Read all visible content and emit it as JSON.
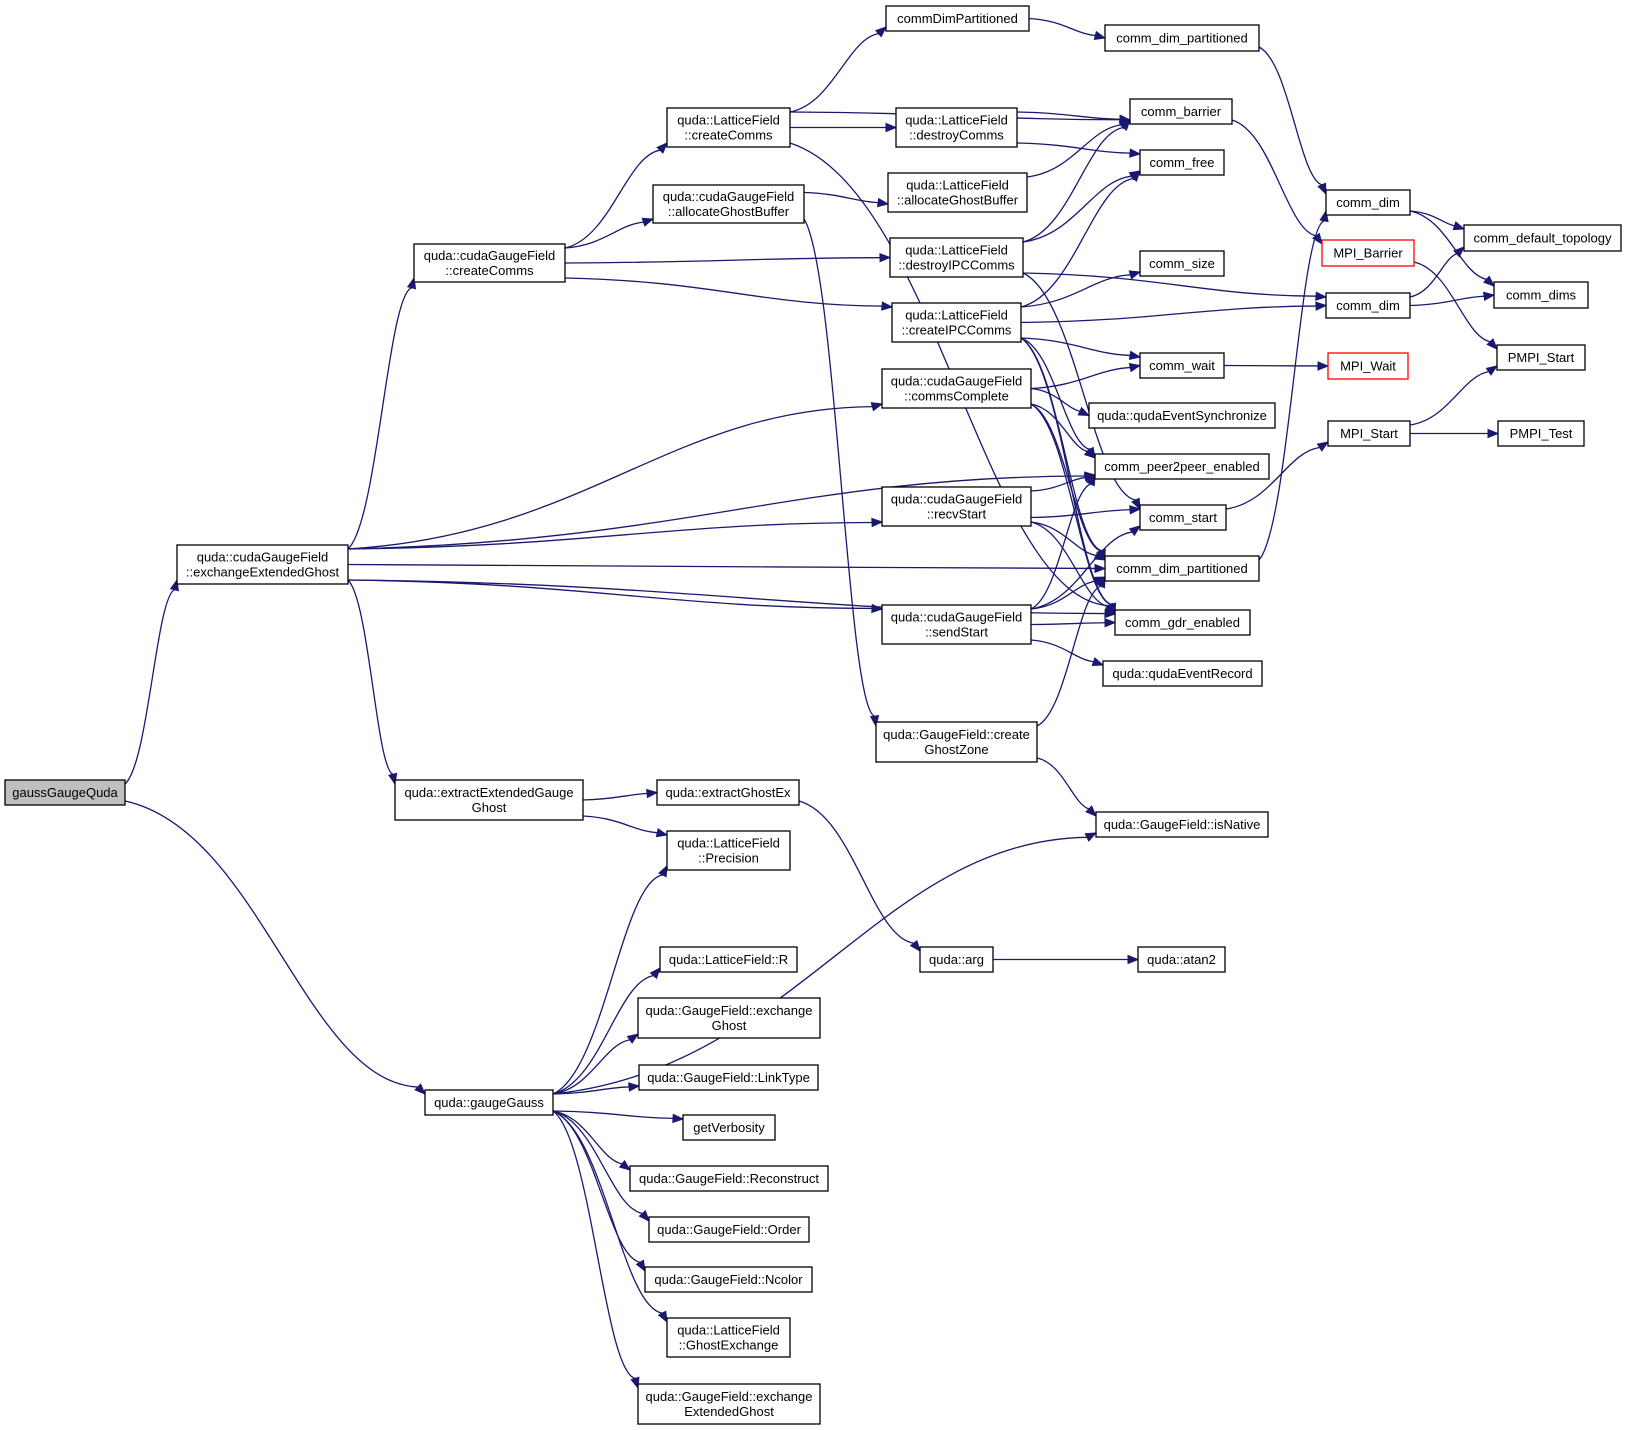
{
  "colors": {
    "edge": "#191970",
    "node_border": "#000000",
    "root_fill": "#bfbfbf",
    "truncated_border": "#ff0000"
  },
  "nodes": {
    "gaussGaugeQuda": {
      "lines": [
        "gaussGaugeQuda"
      ],
      "root": true
    },
    "exchangeExtendedGhost": {
      "lines": [
        "quda::cudaGaugeField",
        "::exchangeExtendedGhost"
      ]
    },
    "gaugeGauss": {
      "lines": [
        "quda::gaugeGauss"
      ]
    },
    "cgf_createComms": {
      "lines": [
        "quda::cudaGaugeField",
        "::createComms"
      ]
    },
    "extractExtendedGaugeGhost": {
      "lines": [
        "quda::extractExtendedGauge",
        "Ghost"
      ]
    },
    "lf_createComms": {
      "lines": [
        "quda::LatticeField",
        "::createComms"
      ]
    },
    "cgf_allocateGhostBuffer": {
      "lines": [
        "quda::cudaGaugeField",
        "::allocateGhostBuffer"
      ]
    },
    "extractGhostEx": {
      "lines": [
        "quda::extractGhostEx"
      ]
    },
    "lf_Precision": {
      "lines": [
        "quda::LatticeField",
        "::Precision"
      ]
    },
    "lf_R": {
      "lines": [
        "quda::LatticeField::R"
      ]
    },
    "gf_exchangeGhost": {
      "lines": [
        "quda::GaugeField::exchange",
        "Ghost"
      ]
    },
    "gf_LinkType": {
      "lines": [
        "quda::GaugeField::LinkType"
      ]
    },
    "getVerbosity": {
      "lines": [
        "getVerbosity"
      ]
    },
    "gf_Reconstruct": {
      "lines": [
        "quda::GaugeField::Reconstruct"
      ]
    },
    "gf_Order": {
      "lines": [
        "quda::GaugeField::Order"
      ]
    },
    "gf_Ncolor": {
      "lines": [
        "quda::GaugeField::Ncolor"
      ]
    },
    "lf_GhostExchange": {
      "lines": [
        "quda::LatticeField",
        "::GhostExchange"
      ]
    },
    "gf_exchangeExtendedGhost": {
      "lines": [
        "quda::GaugeField::exchange",
        "ExtendedGhost"
      ]
    },
    "commDimPartitioned": {
      "lines": [
        "commDimPartitioned"
      ]
    },
    "lf_destroyComms": {
      "lines": [
        "quda::LatticeField",
        "::destroyComms"
      ]
    },
    "lf_allocateGhostBuffer": {
      "lines": [
        "quda::LatticeField",
        "::allocateGhostBuffer"
      ]
    },
    "lf_destroyIPCComms": {
      "lines": [
        "quda::LatticeField",
        "::destroyIPCComms"
      ]
    },
    "lf_createIPCComms": {
      "lines": [
        "quda::LatticeField",
        "::createIPCComms"
      ]
    },
    "cgf_commsComplete": {
      "lines": [
        "quda::cudaGaugeField",
        "::commsComplete"
      ]
    },
    "cgf_recvStart": {
      "lines": [
        "quda::cudaGaugeField",
        "::recvStart"
      ]
    },
    "cgf_sendStart": {
      "lines": [
        "quda::cudaGaugeField",
        "::sendStart"
      ]
    },
    "gf_createGhostZone": {
      "lines": [
        "quda::GaugeField::create",
        "GhostZone"
      ]
    },
    "arg": {
      "lines": [
        "quda::arg"
      ]
    },
    "comm_dim_partitioned_top": {
      "lines": [
        "comm_dim_partitioned"
      ]
    },
    "comm_barrier": {
      "lines": [
        "comm_barrier"
      ]
    },
    "comm_free": {
      "lines": [
        "comm_free"
      ]
    },
    "comm_size": {
      "lines": [
        "comm_size"
      ]
    },
    "comm_wait": {
      "lines": [
        "comm_wait"
      ]
    },
    "qudaEventSynchronize": {
      "lines": [
        "quda::qudaEventSynchronize"
      ]
    },
    "comm_peer2peer_enabled": {
      "lines": [
        "comm_peer2peer_enabled"
      ]
    },
    "comm_start": {
      "lines": [
        "comm_start"
      ]
    },
    "comm_dim_partitioned_mid": {
      "lines": [
        "comm_dim_partitioned"
      ]
    },
    "comm_gdr_enabled": {
      "lines": [
        "comm_gdr_enabled"
      ]
    },
    "qudaEventRecord": {
      "lines": [
        "quda::qudaEventRecord"
      ]
    },
    "gf_isNative": {
      "lines": [
        "quda::GaugeField::isNative"
      ]
    },
    "atan2": {
      "lines": [
        "quda::atan2"
      ]
    },
    "comm_dim_a": {
      "lines": [
        "comm_dim"
      ]
    },
    "MPI_Barrier": {
      "lines": [
        "MPI_Barrier"
      ],
      "truncated": true
    },
    "comm_dim_b": {
      "lines": [
        "comm_dim"
      ]
    },
    "MPI_Wait": {
      "lines": [
        "MPI_Wait"
      ],
      "truncated": true
    },
    "MPI_Start": {
      "lines": [
        "MPI_Start"
      ]
    },
    "comm_default_topology": {
      "lines": [
        "comm_default_topology"
      ]
    },
    "comm_dims": {
      "lines": [
        "comm_dims"
      ]
    },
    "PMPI_Start": {
      "lines": [
        "PMPI_Start"
      ]
    },
    "PMPI_Test": {
      "lines": [
        "PMPI_Test"
      ]
    }
  },
  "edges": [
    [
      "gaussGaugeQuda",
      "exchangeExtendedGhost"
    ],
    [
      "gaussGaugeQuda",
      "gaugeGauss"
    ],
    [
      "exchangeExtendedGhost",
      "cgf_createComms"
    ],
    [
      "exchangeExtendedGhost",
      "cgf_commsComplete"
    ],
    [
      "exchangeExtendedGhost",
      "comm_peer2peer_enabled"
    ],
    [
      "exchangeExtendedGhost",
      "cgf_recvStart"
    ],
    [
      "exchangeExtendedGhost",
      "comm_dim_partitioned_mid"
    ],
    [
      "exchangeExtendedGhost",
      "cgf_sendStart"
    ],
    [
      "exchangeExtendedGhost",
      "comm_gdr_enabled"
    ],
    [
      "exchangeExtendedGhost",
      "extractExtendedGaugeGhost"
    ],
    [
      "cgf_createComms",
      "lf_createComms"
    ],
    [
      "cgf_createComms",
      "cgf_allocateGhostBuffer"
    ],
    [
      "cgf_createComms",
      "lf_destroyIPCComms"
    ],
    [
      "cgf_createComms",
      "lf_createIPCComms"
    ],
    [
      "lf_createComms",
      "commDimPartitioned"
    ],
    [
      "lf_createComms",
      "comm_barrier"
    ],
    [
      "lf_createComms",
      "lf_destroyComms"
    ],
    [
      "lf_createComms",
      "comm_gdr_enabled"
    ],
    [
      "cgf_allocateGhostBuffer",
      "lf_allocateGhostBuffer"
    ],
    [
      "cgf_allocateGhostBuffer",
      "gf_createGhostZone"
    ],
    [
      "commDimPartitioned",
      "comm_dim_partitioned_top"
    ],
    [
      "comm_dim_partitioned_top",
      "comm_dim_a"
    ],
    [
      "lf_destroyComms",
      "comm_barrier"
    ],
    [
      "lf_destroyComms",
      "comm_free"
    ],
    [
      "lf_allocateGhostBuffer",
      "comm_barrier"
    ],
    [
      "lf_destroyIPCComms",
      "comm_barrier"
    ],
    [
      "lf_destroyIPCComms",
      "comm_free"
    ],
    [
      "lf_destroyIPCComms",
      "comm_dim_b"
    ],
    [
      "lf_destroyIPCComms",
      "comm_start"
    ],
    [
      "lf_createIPCComms",
      "comm_free"
    ],
    [
      "lf_createIPCComms",
      "comm_size"
    ],
    [
      "lf_createIPCComms",
      "comm_dim_b"
    ],
    [
      "lf_createIPCComms",
      "comm_wait"
    ],
    [
      "lf_createIPCComms",
      "comm_peer2peer_enabled"
    ],
    [
      "lf_createIPCComms",
      "comm_dim_partitioned_mid"
    ],
    [
      "lf_createIPCComms",
      "comm_gdr_enabled"
    ],
    [
      "cgf_commsComplete",
      "comm_wait"
    ],
    [
      "cgf_commsComplete",
      "qudaEventSynchronize"
    ],
    [
      "cgf_commsComplete",
      "comm_peer2peer_enabled"
    ],
    [
      "cgf_commsComplete",
      "comm_dim_partitioned_mid"
    ],
    [
      "cgf_commsComplete",
      "comm_gdr_enabled"
    ],
    [
      "cgf_recvStart",
      "comm_peer2peer_enabled"
    ],
    [
      "cgf_recvStart",
      "comm_start"
    ],
    [
      "cgf_recvStart",
      "comm_dim_partitioned_mid"
    ],
    [
      "cgf_recvStart",
      "comm_gdr_enabled"
    ],
    [
      "cgf_sendStart",
      "comm_dim_partitioned_mid"
    ],
    [
      "cgf_sendStart",
      "comm_gdr_enabled"
    ],
    [
      "cgf_sendStart",
      "qudaEventRecord"
    ],
    [
      "cgf_sendStart",
      "comm_peer2peer_enabled"
    ],
    [
      "cgf_sendStart",
      "comm_start"
    ],
    [
      "gf_createGhostZone",
      "comm_dim_partitioned_mid"
    ],
    [
      "gf_createGhostZone",
      "gf_isNative"
    ],
    [
      "extractExtendedGaugeGhost",
      "extractGhostEx"
    ],
    [
      "extractExtendedGaugeGhost",
      "lf_Precision"
    ],
    [
      "extractGhostEx",
      "arg"
    ],
    [
      "arg",
      "atan2"
    ],
    [
      "gaugeGauss",
      "lf_Precision"
    ],
    [
      "gaugeGauss",
      "gf_isNative"
    ],
    [
      "gaugeGauss",
      "lf_R"
    ],
    [
      "gaugeGauss",
      "gf_exchangeGhost"
    ],
    [
      "gaugeGauss",
      "gf_LinkType"
    ],
    [
      "gaugeGauss",
      "getVerbosity"
    ],
    [
      "gaugeGauss",
      "gf_Reconstruct"
    ],
    [
      "gaugeGauss",
      "gf_Order"
    ],
    [
      "gaugeGauss",
      "gf_Ncolor"
    ],
    [
      "gaugeGauss",
      "lf_GhostExchange"
    ],
    [
      "gaugeGauss",
      "gf_exchangeExtendedGhost"
    ],
    [
      "comm_barrier",
      "MPI_Barrier"
    ],
    [
      "comm_wait",
      "MPI_Wait"
    ],
    [
      "comm_start",
      "MPI_Start"
    ],
    [
      "comm_dim_partitioned_mid",
      "comm_dim_a"
    ],
    [
      "comm_dim_a",
      "comm_default_topology"
    ],
    [
      "comm_dim_a",
      "comm_dims"
    ],
    [
      "comm_dim_b",
      "comm_default_topology"
    ],
    [
      "comm_dim_b",
      "comm_dims"
    ],
    [
      "MPI_Barrier",
      "PMPI_Start"
    ],
    [
      "MPI_Start",
      "PMPI_Start"
    ],
    [
      "MPI_Start",
      "PMPI_Test"
    ]
  ]
}
